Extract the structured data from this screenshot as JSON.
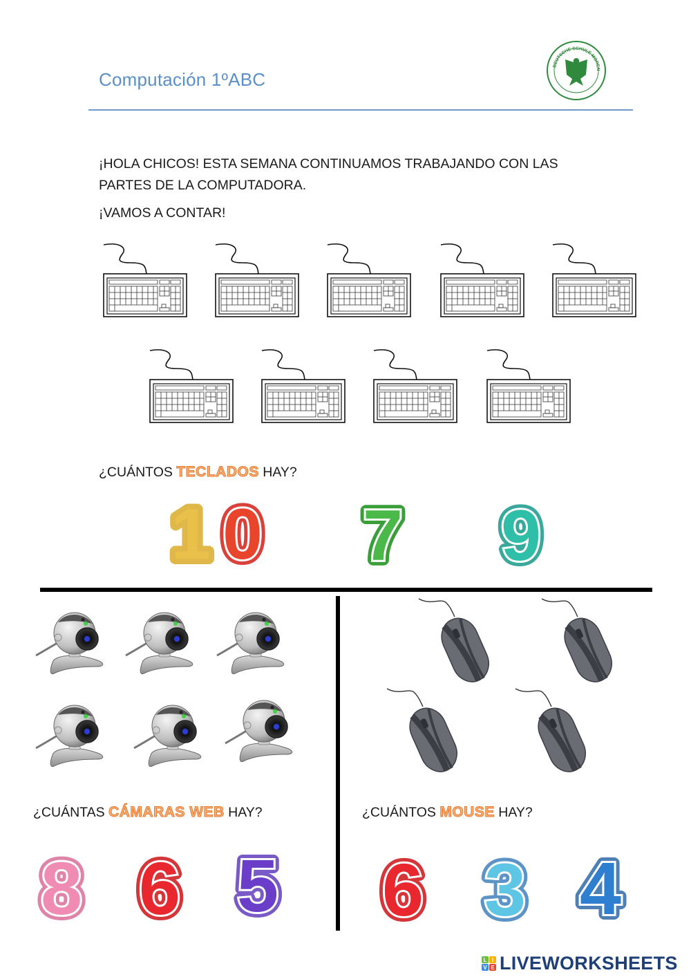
{
  "header": {
    "title": "Computación 1ºABC",
    "logo": {
      "icon": "school-eagle-crest-icon",
      "text": "DEUTSCHE SCHULE MORENO",
      "color": "#2f8a3d"
    }
  },
  "intro": {
    "line1": "¡HOLA CHICOS! ESTA SEMANA CONTINUAMOS TRABAJANDO CON LAS",
    "line2": "PARTES DE LA COMPUTADORA.",
    "count_prompt": "¡VAMOS A CONTAR!"
  },
  "keyboards": {
    "icon": "keyboard-icon",
    "count_shown": 9,
    "question": {
      "prefix": "¿CUÁNTOS",
      "highlight": "TECLADOS",
      "suffix": "HAY?"
    },
    "options": [
      {
        "label": "10",
        "fill": "#e8c04a",
        "stroke": "#e0b84a",
        "fill2": "#e8452c",
        "stroke2": "#d9413a"
      },
      {
        "label": "7",
        "fill": "#4bb84a",
        "stroke": "#3a9f3a"
      },
      {
        "label": "9",
        "fill": "#2fbfa8",
        "stroke": "#3aa89a"
      }
    ]
  },
  "webcams": {
    "icon": "webcam-icon",
    "count_shown": 6,
    "question": {
      "prefix": "¿CUÁNTAS",
      "highlight": "CÁMARAS WEB",
      "suffix": "HAY?"
    },
    "options": [
      {
        "label": "8",
        "fill": "#f08cb4",
        "stroke": "#e083a8"
      },
      {
        "label": "6",
        "fill": "#e8282e",
        "stroke": "#d4363a"
      },
      {
        "label": "5",
        "fill": "#6a3ec8",
        "stroke": "#7a5ac6"
      }
    ]
  },
  "mice": {
    "icon": "computer-mouse-icon",
    "count_shown": 4,
    "question": {
      "prefix": "¿CUÁNTOS",
      "highlight": "MOUSE",
      "suffix": "HAY?"
    },
    "options": [
      {
        "label": "6",
        "fill": "#e8282e",
        "stroke": "#d4363a"
      },
      {
        "label": "3",
        "fill": "#5ec6e4",
        "stroke": "#5c94c8"
      },
      {
        "label": "4",
        "fill": "#2f7fd0",
        "stroke": "#4f80b5"
      }
    ]
  },
  "footer": {
    "brand": "LIVEWORKSHEETS",
    "badge_letters": [
      "L",
      "I",
      "V",
      "E"
    ],
    "badge_colors": [
      "#6bbf3a",
      "#f4b400",
      "#3a8ee6",
      "#e8452c"
    ],
    "brand_color": "#1f3f78"
  }
}
